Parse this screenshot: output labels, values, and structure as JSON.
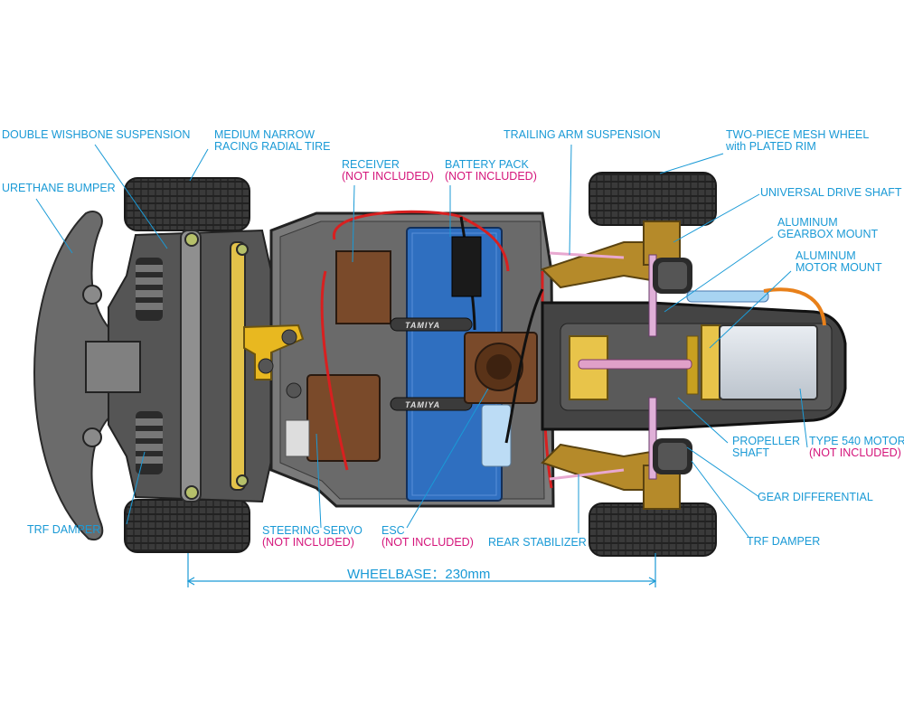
{
  "labels": {
    "double_wishbone": "DOUBLE WISHBONE SUSPENSION",
    "tire_l1": "MEDIUM NARROW",
    "tire_l2": "RACING RADIAL TIRE",
    "urethane_bumper": "URETHANE BUMPER",
    "receiver": "RECEIVER",
    "battery_pack": "BATTERY PACK",
    "trailing_arm": "TRAILING ARM SUSPENSION",
    "wheel_l1": "TWO-PIECE MESH WHEEL",
    "wheel_l2": "with PLATED RIM",
    "universal_drive_shaft": "UNIVERSAL DRIVE SHAFT",
    "gearbox_l1": "ALUMINUM",
    "gearbox_l2": "GEARBOX MOUNT",
    "motor_mount_l1": "ALUMINUM",
    "motor_mount_l2": "MOTOR MOUNT",
    "propeller_l1": "PROPELLER",
    "propeller_l2": "SHAFT",
    "motor": "TYPE 540 MOTOR",
    "gear_diff": "GEAR DIFFERENTIAL",
    "trf_damper_front": "TRF DAMPER",
    "trf_damper_rear": "TRF DAMPER",
    "steering_servo": "STEERING SERVO",
    "esc": "ESC",
    "rear_stabilizer": "REAR STABILIZER",
    "not_included": "(NOT INCLUDED)"
  },
  "wheelbase": "WHEELBASE：230mm",
  "logo_text": "TAMIYA",
  "colors": {
    "label": "#1a9ad6",
    "not_included": "#d4147a",
    "chassis": "#6e6e6e",
    "battery": "#2f6fc0",
    "gold": "#c29a2c"
  }
}
